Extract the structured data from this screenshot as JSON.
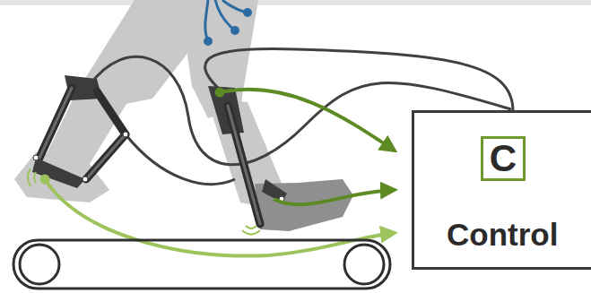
{
  "diagram": {
    "nodes": [
      {
        "text": [
          "Control"
        ]
      },
      {
        "text": [
          "C"
        ],
        "in": 0
      }
    ]
  }
}
